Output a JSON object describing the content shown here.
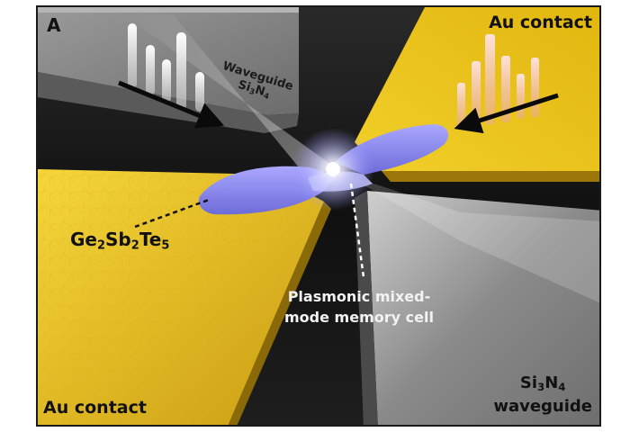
{
  "panel_letter": "A",
  "labels": {
    "au_contact_top": "Au contact",
    "au_contact_bottom": "Au contact",
    "waveguide_top_line1": "Waveguide",
    "waveguide_top_line2_main": "Si",
    "waveguide_top_line2_sub1": "3",
    "waveguide_top_line2_mid": "N",
    "waveguide_top_line2_sub2": "4",
    "gst_ge": "Ge",
    "gst_sub1": "2",
    "gst_sb": "Sb",
    "gst_sub2": "2",
    "gst_te": "Te",
    "gst_sub3": "5",
    "plasmonic_line1": "Plasmonic mixed-",
    "plasmonic_line2": "mode memory cell",
    "wg_bottom_si": "Si",
    "wg_bottom_sub1": "3",
    "wg_bottom_n": "N",
    "wg_bottom_sub2": "4",
    "wg_bottom_line2": "waveguide"
  },
  "colors": {
    "gold": "#e8c21a",
    "gold_dark": "#b48a0a",
    "waveguide_gray": "#8f8f8f",
    "gst_purple": "#8f8ef2",
    "pulse_white": "#f4f4f4",
    "pulse_pink": "#f2c6bc",
    "background": "#151515"
  }
}
